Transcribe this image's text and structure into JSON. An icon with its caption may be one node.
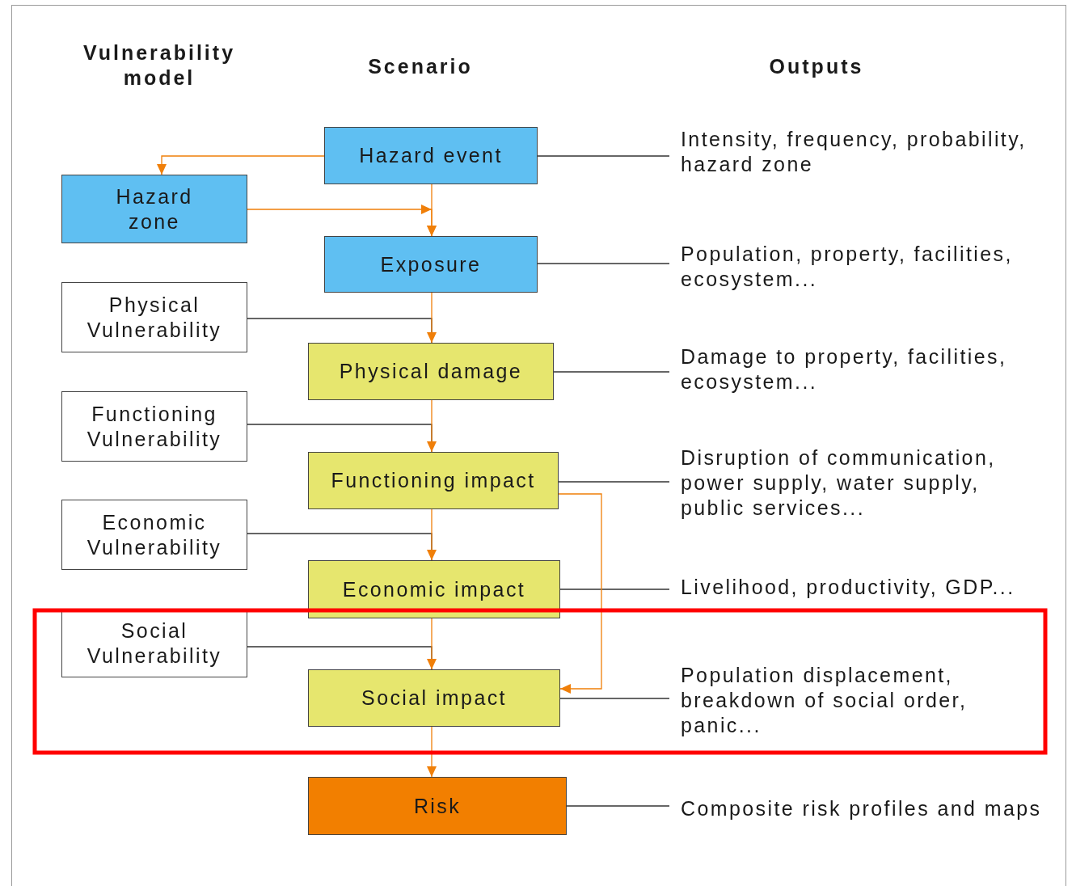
{
  "diagram": {
    "nodes": [
      {
        "text": [
          "Hazard event"
        ]
      },
      {
        "text": [
          "Hazard zone"
        ]
      },
      {
        "text": [
          "Exposure"
        ]
      },
      {
        "text": [
          "Physical Vulnerability"
        ]
      },
      {
        "text": [
          "Physical damage"
        ]
      },
      {
        "text": [
          "Functioning Vulnerability"
        ]
      },
      {
        "text": [
          "Functioning impact"
        ]
      },
      {
        "text": [
          "Economic Vulnerability"
        ]
      },
      {
        "text": [
          "Economic impact"
        ]
      },
      {
        "text": [
          "Social Vulnerability"
        ]
      },
      {
        "text": [
          "Social impact"
        ]
      },
      {
        "text": [
          "Risk"
        ]
      },
      {
        "text": [
          "Intensity, frequency, probability, hazard zone"
        ]
      },
      {
        "text": [
          "Population, property, facilities, ecosystem..."
        ]
      },
      {
        "text": [
          "Damage to property, facilities, ecosystem..."
        ]
      },
      {
        "text": [
          "Disruption of communication, power supply, water supply, public services..."
        ]
      },
      {
        "text": [
          "Livelihood, productivity, GDP..."
        ]
      },
      {
        "text": [
          "Population displacement, breakdown of social order, panic..."
        ]
      },
      {
        "text": [
          "Composite risk profiles and maps"
        ]
      }
    ],
    "edges": [
      {
        "from": 0,
        "to": 1,
        "arrow": "to",
        "color": "#f07f09"
      },
      {
        "from": 1,
        "to": 2,
        "arrow": "to",
        "color": "#f07f09"
      },
      {
        "from": 0,
        "to": 2,
        "arrow": "to",
        "color": "#f07f09"
      },
      {
        "from": 3,
        "to": 4,
        "arrow": "none"
      },
      {
        "from": 2,
        "to": 4,
        "arrow": "to",
        "color": "#f07f09"
      },
      {
        "from": 5,
        "to": 6,
        "arrow": "none"
      },
      {
        "from": 4,
        "to": 6,
        "arrow": "to",
        "color": "#f07f09"
      },
      {
        "from": 7,
        "to": 8,
        "arrow": "none"
      },
      {
        "from": 6,
        "to": 8,
        "arrow": "to",
        "color": "#f07f09"
      },
      {
        "from": 9,
        "to": 10,
        "arrow": "none"
      },
      {
        "from": 8,
        "to": 10,
        "arrow": "to",
        "color": "#f07f09"
      },
      {
        "from": 6,
        "to": 10,
        "arrow": "to",
        "color": "#f07f09"
      },
      {
        "from": 10,
        "to": 11,
        "arrow": "to",
        "color": "#f07f09"
      },
      {
        "from": 0,
        "to": 12,
        "arrow": "none"
      },
      {
        "from": 2,
        "to": 13,
        "arrow": "none"
      },
      {
        "from": 4,
        "to": 14,
        "arrow": "none"
      },
      {
        "from": 6,
        "to": 15,
        "arrow": "none"
      },
      {
        "from": 8,
        "to": 16,
        "arrow": "none"
      },
      {
        "from": 10,
        "to": 17,
        "arrow": "none"
      },
      {
        "from": 11,
        "to": 18,
        "arrow": "none"
      }
    ],
    "labels": [
      "Vulnerability model",
      "Scenario",
      "Outputs"
    ]
  }
}
